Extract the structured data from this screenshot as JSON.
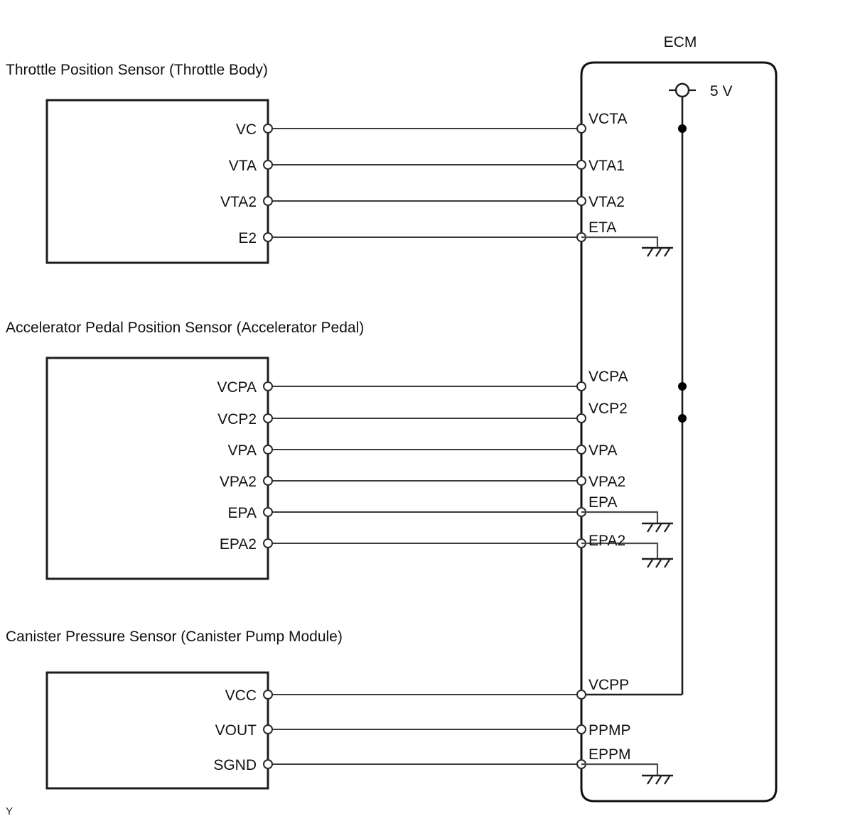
{
  "diagram": {
    "ecm_title": "ECM",
    "corner_mark": "Y",
    "power_label": "5 V",
    "power_symbol": "power-source-terminal-icon",
    "ground_symbol": "chassis-ground-icon",
    "colors": {
      "wire": "#3a3a3a",
      "outline": "#1d1d1d",
      "background": "#ffffff",
      "junction": "#000000"
    }
  },
  "sections": [
    {
      "id": "throttle-position-sensor",
      "title": "Throttle Position Sensor (Throttle Body)",
      "connections": [
        {
          "sensor_pin": "VC",
          "ecm_pin": "VCTA",
          "ecm_label_pos": "above",
          "power_junction": true,
          "grounded": false
        },
        {
          "sensor_pin": "VTA",
          "ecm_pin": "VTA1",
          "ecm_label_pos": "inline",
          "power_junction": false,
          "grounded": false
        },
        {
          "sensor_pin": "VTA2",
          "ecm_pin": "VTA2",
          "ecm_label_pos": "inline",
          "power_junction": false,
          "grounded": false
        },
        {
          "sensor_pin": "E2",
          "ecm_pin": "ETA",
          "ecm_label_pos": "above",
          "power_junction": false,
          "grounded": true
        }
      ]
    },
    {
      "id": "accelerator-pedal-position-sensor",
      "title": "Accelerator Pedal Position Sensor (Accelerator Pedal)",
      "connections": [
        {
          "sensor_pin": "VCPA",
          "ecm_pin": "VCPA",
          "ecm_label_pos": "above",
          "power_junction": true,
          "grounded": false
        },
        {
          "sensor_pin": "VCP2",
          "ecm_pin": "VCP2",
          "ecm_label_pos": "above",
          "power_junction": true,
          "grounded": false
        },
        {
          "sensor_pin": "VPA",
          "ecm_pin": "VPA",
          "ecm_label_pos": "inline",
          "power_junction": false,
          "grounded": false
        },
        {
          "sensor_pin": "VPA2",
          "ecm_pin": "VPA2",
          "ecm_label_pos": "inline",
          "power_junction": false,
          "grounded": false
        },
        {
          "sensor_pin": "EPA",
          "ecm_pin": "EPA",
          "ecm_label_pos": "above",
          "power_junction": false,
          "grounded": true
        },
        {
          "sensor_pin": "EPA2",
          "ecm_pin": "EPA2",
          "ecm_label_pos": "above",
          "power_junction": false,
          "grounded": true
        }
      ]
    },
    {
      "id": "canister-pressure-sensor",
      "title": "Canister Pressure Sensor (Canister Pump Module)",
      "connections": [
        {
          "sensor_pin": "VCC",
          "ecm_pin": "VCPP",
          "ecm_label_pos": "above",
          "power_junction": true,
          "grounded": false
        },
        {
          "sensor_pin": "VOUT",
          "ecm_pin": "PPMP",
          "ecm_label_pos": "inline",
          "power_junction": false,
          "grounded": false
        },
        {
          "sensor_pin": "SGND",
          "ecm_pin": "EPPM",
          "ecm_label_pos": "above",
          "power_junction": false,
          "grounded": true
        }
      ]
    }
  ]
}
